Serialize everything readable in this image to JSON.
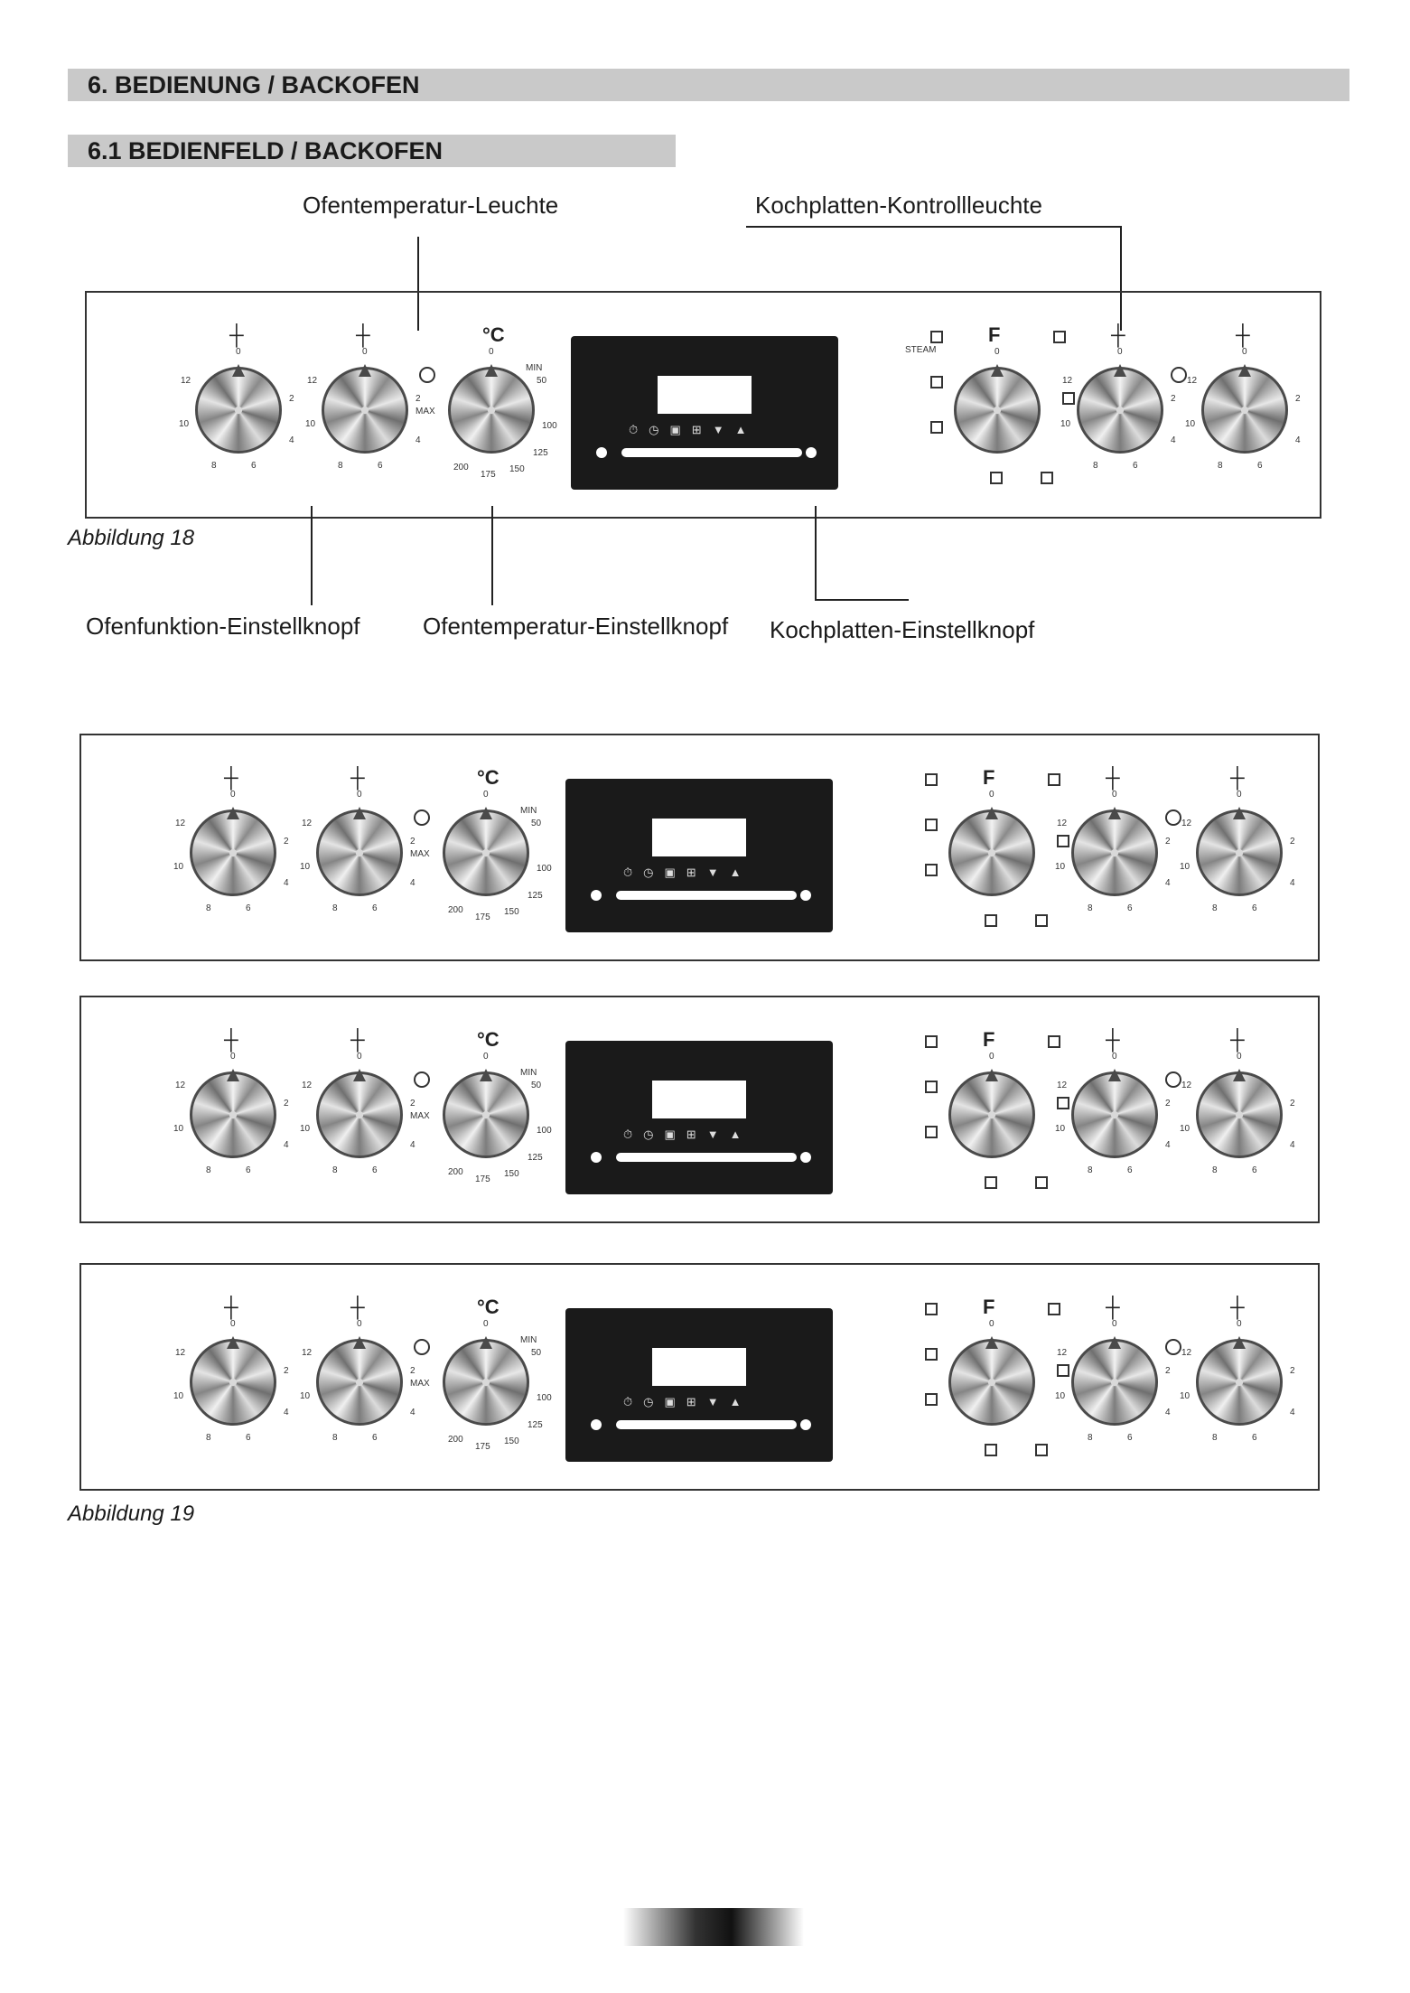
{
  "section_title": "6. BEDIENUNG / BACKOFEN",
  "subsection_title": "6.1 BEDIENFELD / BACKOFEN",
  "labels": {
    "oven_temp_lamp": "Ofentemperatur-Leuchte",
    "hob_control_lamp": "Kochplatten-Kontrollleuchte",
    "oven_function_knob": "Ofenfunktion-Einstellknopf",
    "oven_temp_knob": "Ofentemperatur-Einstellknopf",
    "hob_knob": "Kochplatten-Einstellknopf"
  },
  "captions": {
    "fig18": "Abbildung 18",
    "fig19": "Abbildung 19"
  },
  "knob_marks": {
    "zero": "0",
    "celsius": "°C",
    "function": "F",
    "max": "MAX",
    "min": "MIN",
    "power_steps": [
      "12",
      "2",
      "10",
      "4",
      "8",
      "6"
    ],
    "temp_steps": [
      "50",
      "100",
      "125",
      "150",
      "175",
      "200"
    ],
    "steam": "STEAM"
  },
  "display_buttons": [
    "⏱",
    "◷",
    "▣",
    "⊞",
    "▼",
    "▲"
  ]
}
